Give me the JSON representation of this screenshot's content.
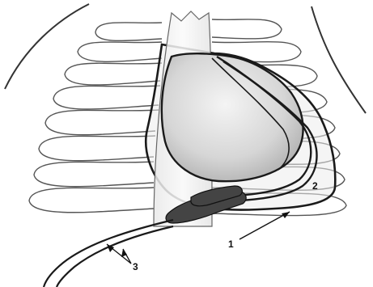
{
  "figure": {
    "description_free": true,
    "callouts": [
      {
        "id": "1",
        "text": "1"
      },
      {
        "id": "2",
        "text": "2"
      },
      {
        "id": "3",
        "text": "3"
      }
    ],
    "colors": {
      "outline": "#222222",
      "rib": "#555555",
      "heart_fill": "#cfcfcf",
      "lead_band": "#444444",
      "sternum": "#f2f2f2"
    }
  }
}
